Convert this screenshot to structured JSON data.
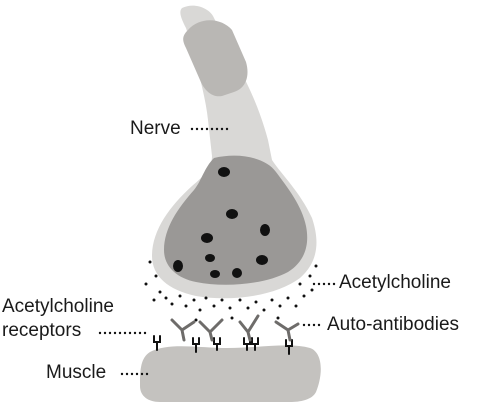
{
  "labels": {
    "nerve": "Nerve",
    "acetylcholine": "Acetylcholine",
    "receptors_line1": "Acetylcholine",
    "receptors_line2": "receptors",
    "auto_antibodies": "Auto-antibodies",
    "muscle": "Muscle"
  },
  "colors": {
    "nerve_light": "#d9d8d6",
    "nerve_dark": "#b9b7b4",
    "terminal_fill": "#9a9896",
    "muscle": "#c4c2bf",
    "vesicle": "#111111",
    "receptor": "#111111",
    "antibody": "#6e6c6a"
  }
}
